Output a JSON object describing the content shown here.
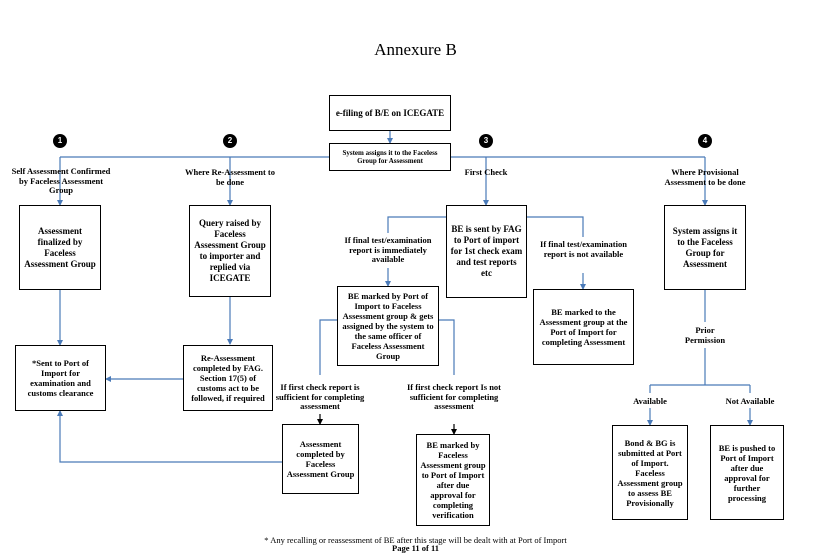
{
  "title": "Annexure B",
  "boxes": {
    "efiling": "e-filing of B/E on ICEGATE",
    "system_assigns": "System assigns it to the Faceless Group for Assessment",
    "assessment_finalized": "Assessment finalized by Faceless Assessment Group",
    "query_raised": "Query raised by Faceless Assessment Group to importer and replied via ICEGATE",
    "be_sent_fag": "BE is sent by FAG to Port of import for 1st check exam and test reports etc",
    "system_assigns_provisional": "System assigns it to the Faceless Group for Assessment",
    "sent_to_port": "*Sent to Port of Import for examination and customs clearance",
    "reassessment_completed": "Re-Assessment completed by FAG. Section 17(5) of customs act to be followed, if required",
    "be_marked_port_faceless": "BE marked by Port of Import to Faceless Assessment group & gets assigned by the system to the same officer of Faceless Assessment Group",
    "be_marked_assessment_group": "BE marked to the Assessment group at the Port of Import for completing Assessment",
    "assessment_completed_faceless": "Assessment completed by Faceless Assessment Group",
    "be_marked_faceless_verification": "BE marked by Faceless Assessment group to Port of Import after due approval for completing verification",
    "bond_bg": "Bond & BG is submitted at Port of Import. Faceless Assessment group to assess BE Provisionally",
    "be_pushed": "BE is pushed to Port of Import after due approval for further processing"
  },
  "labels": {
    "self_assessment": "Self Assessment Confirmed by Faceless Assessment Group",
    "where_reassessment": "Where Re-Assessment to be done",
    "first_check": "First Check",
    "where_provisional": "Where Provisional Assessment to be done",
    "final_test_available": "If final test/examination report is immediately available",
    "final_test_not_available": "If final test/examination report is not available",
    "first_check_sufficient": "If first check report is sufficient for completing assessment",
    "first_check_not_sufficient": "If first check report Is not sufficient for completing assessment",
    "prior_permission": "Prior Permission",
    "available": "Available",
    "not_available": "Not Available"
  },
  "steps": [
    "1",
    "2",
    "3",
    "4"
  ],
  "footer": "* Any recalling or reassessment of BE after this stage will be dealt with at Port of Import",
  "page_footer": "Page 11 of 11",
  "colors": {
    "connector": "#4a7ab8",
    "box_border": "#000000",
    "step_fill": "#000000"
  }
}
